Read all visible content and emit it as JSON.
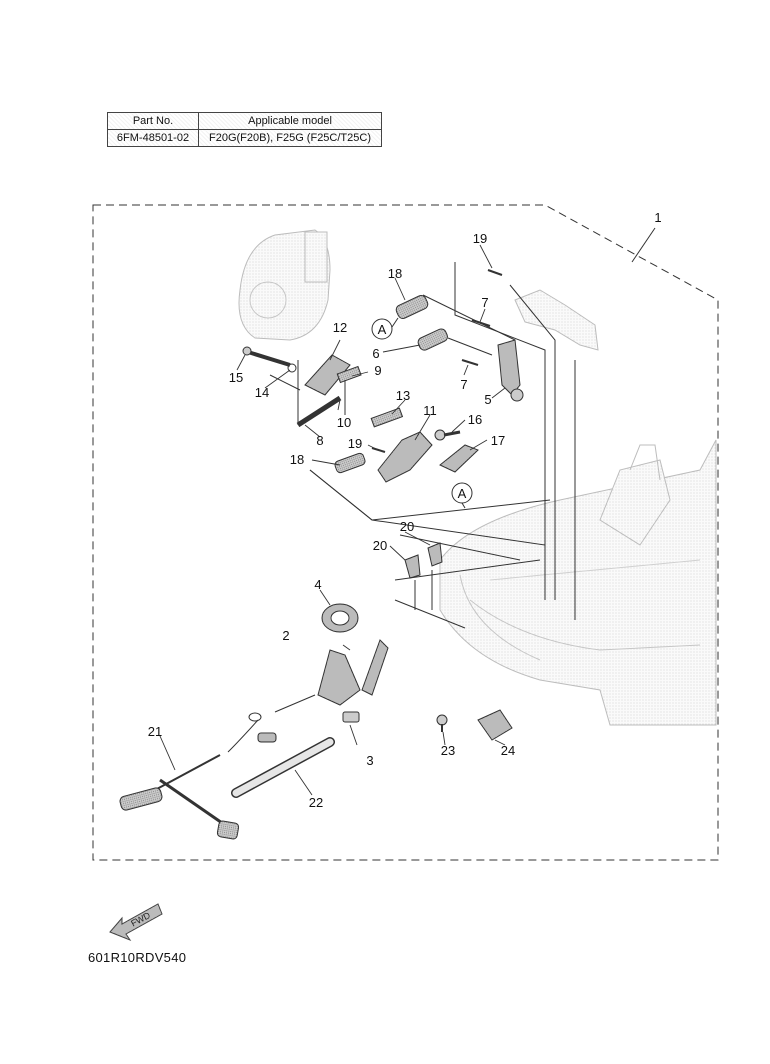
{
  "table": {
    "headers": [
      "Part No.",
      "Applicable model"
    ],
    "row": [
      "6FM-48501-02",
      "F20G(F20B), F25G (F25C/T25C)"
    ]
  },
  "callouts": [
    "1",
    "2",
    "3",
    "4",
    "5",
    "6",
    "7",
    "7",
    "8",
    "9",
    "10",
    "11",
    "12",
    "13",
    "14",
    "15",
    "16",
    "17",
    "18",
    "18",
    "19",
    "19",
    "20",
    "20",
    "21",
    "22",
    "23",
    "24"
  ],
  "markers": [
    "A",
    "A"
  ],
  "fwd_label": "FWD",
  "drawing_code": "601R10RDV540"
}
